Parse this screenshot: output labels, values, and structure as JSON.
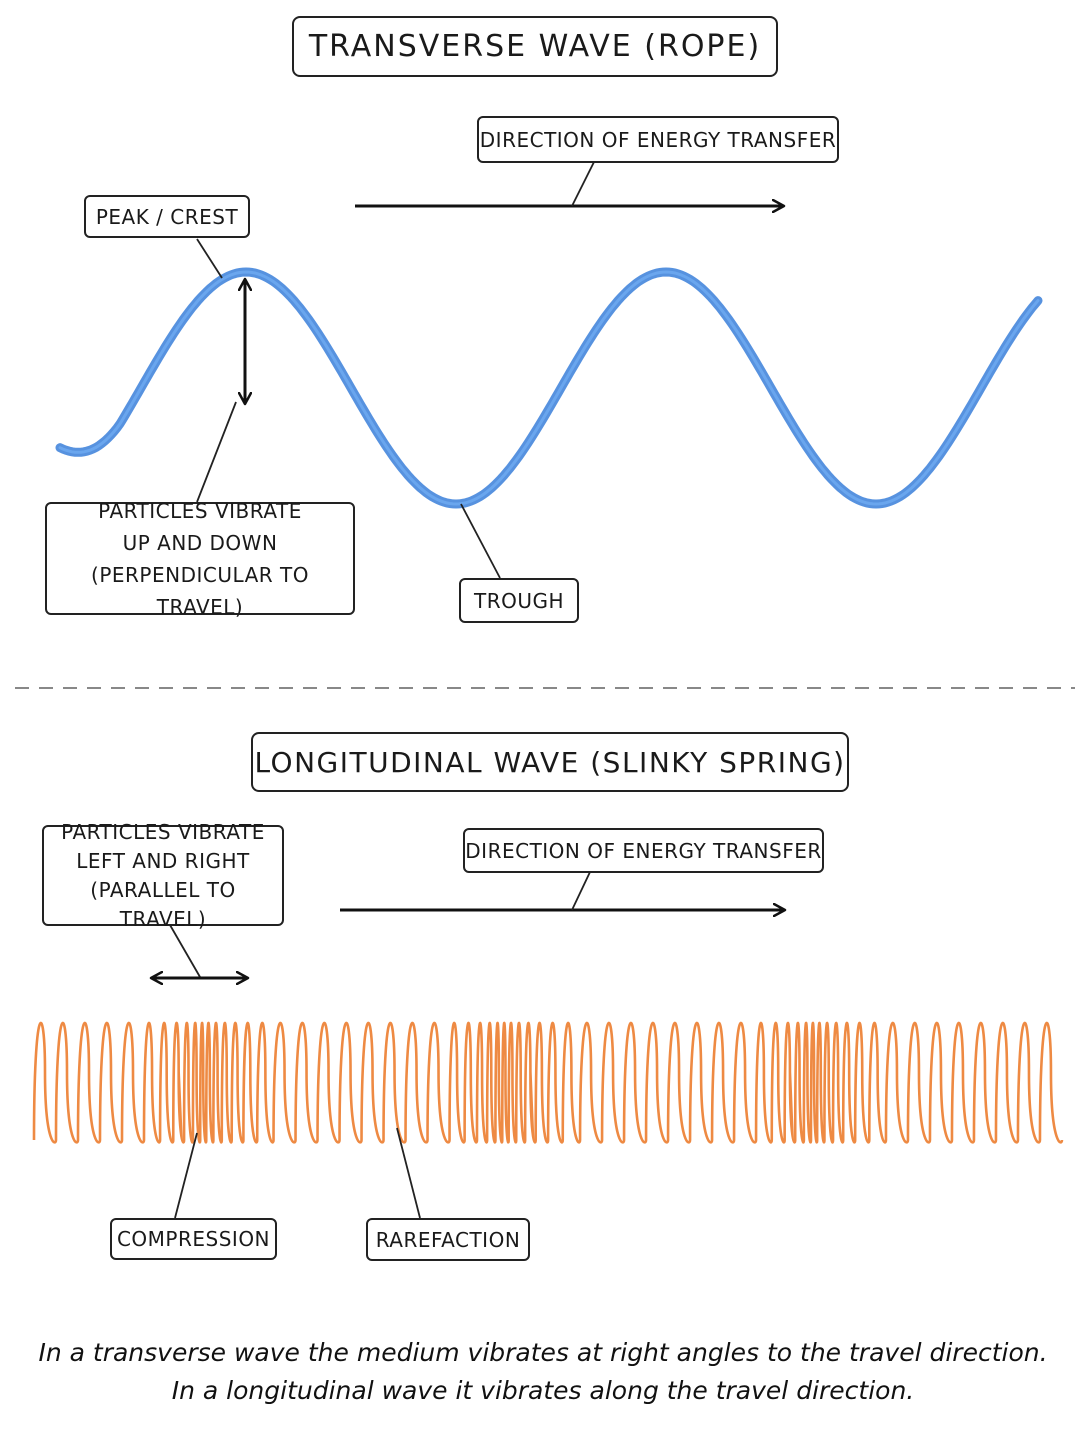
{
  "transverse": {
    "title": "TRANSVERSE WAVE (ROPE)",
    "energy_label": "DIRECTION OF ENERGY TRANSFER",
    "peak_label": "PEAK / CREST",
    "vibrate_label": [
      "PARTICLES VIBRATE",
      "UP AND DOWN",
      "(PERPENDICULAR TO TRAVEL)"
    ],
    "trough_label": "TROUGH",
    "wave_color": "#3a7fd9"
  },
  "longitudinal": {
    "title": "LONGITUDINAL WAVE (SLINKY SPRING)",
    "vibrate_label": [
      "PARTICLES VIBRATE",
      "LEFT AND RIGHT",
      "(PARALLEL TO TRAVEL)"
    ],
    "energy_label": "DIRECTION OF ENERGY TRANSFER",
    "compression_label": "COMPRESSION",
    "rarefaction_label": "RAREFACTION",
    "spring_color": "#ee8a43"
  },
  "caption": {
    "line1": "In a transverse wave the medium vibrates at right angles to the travel direction.",
    "line2": "In a longitudinal wave it vibrates along the travel direction."
  }
}
